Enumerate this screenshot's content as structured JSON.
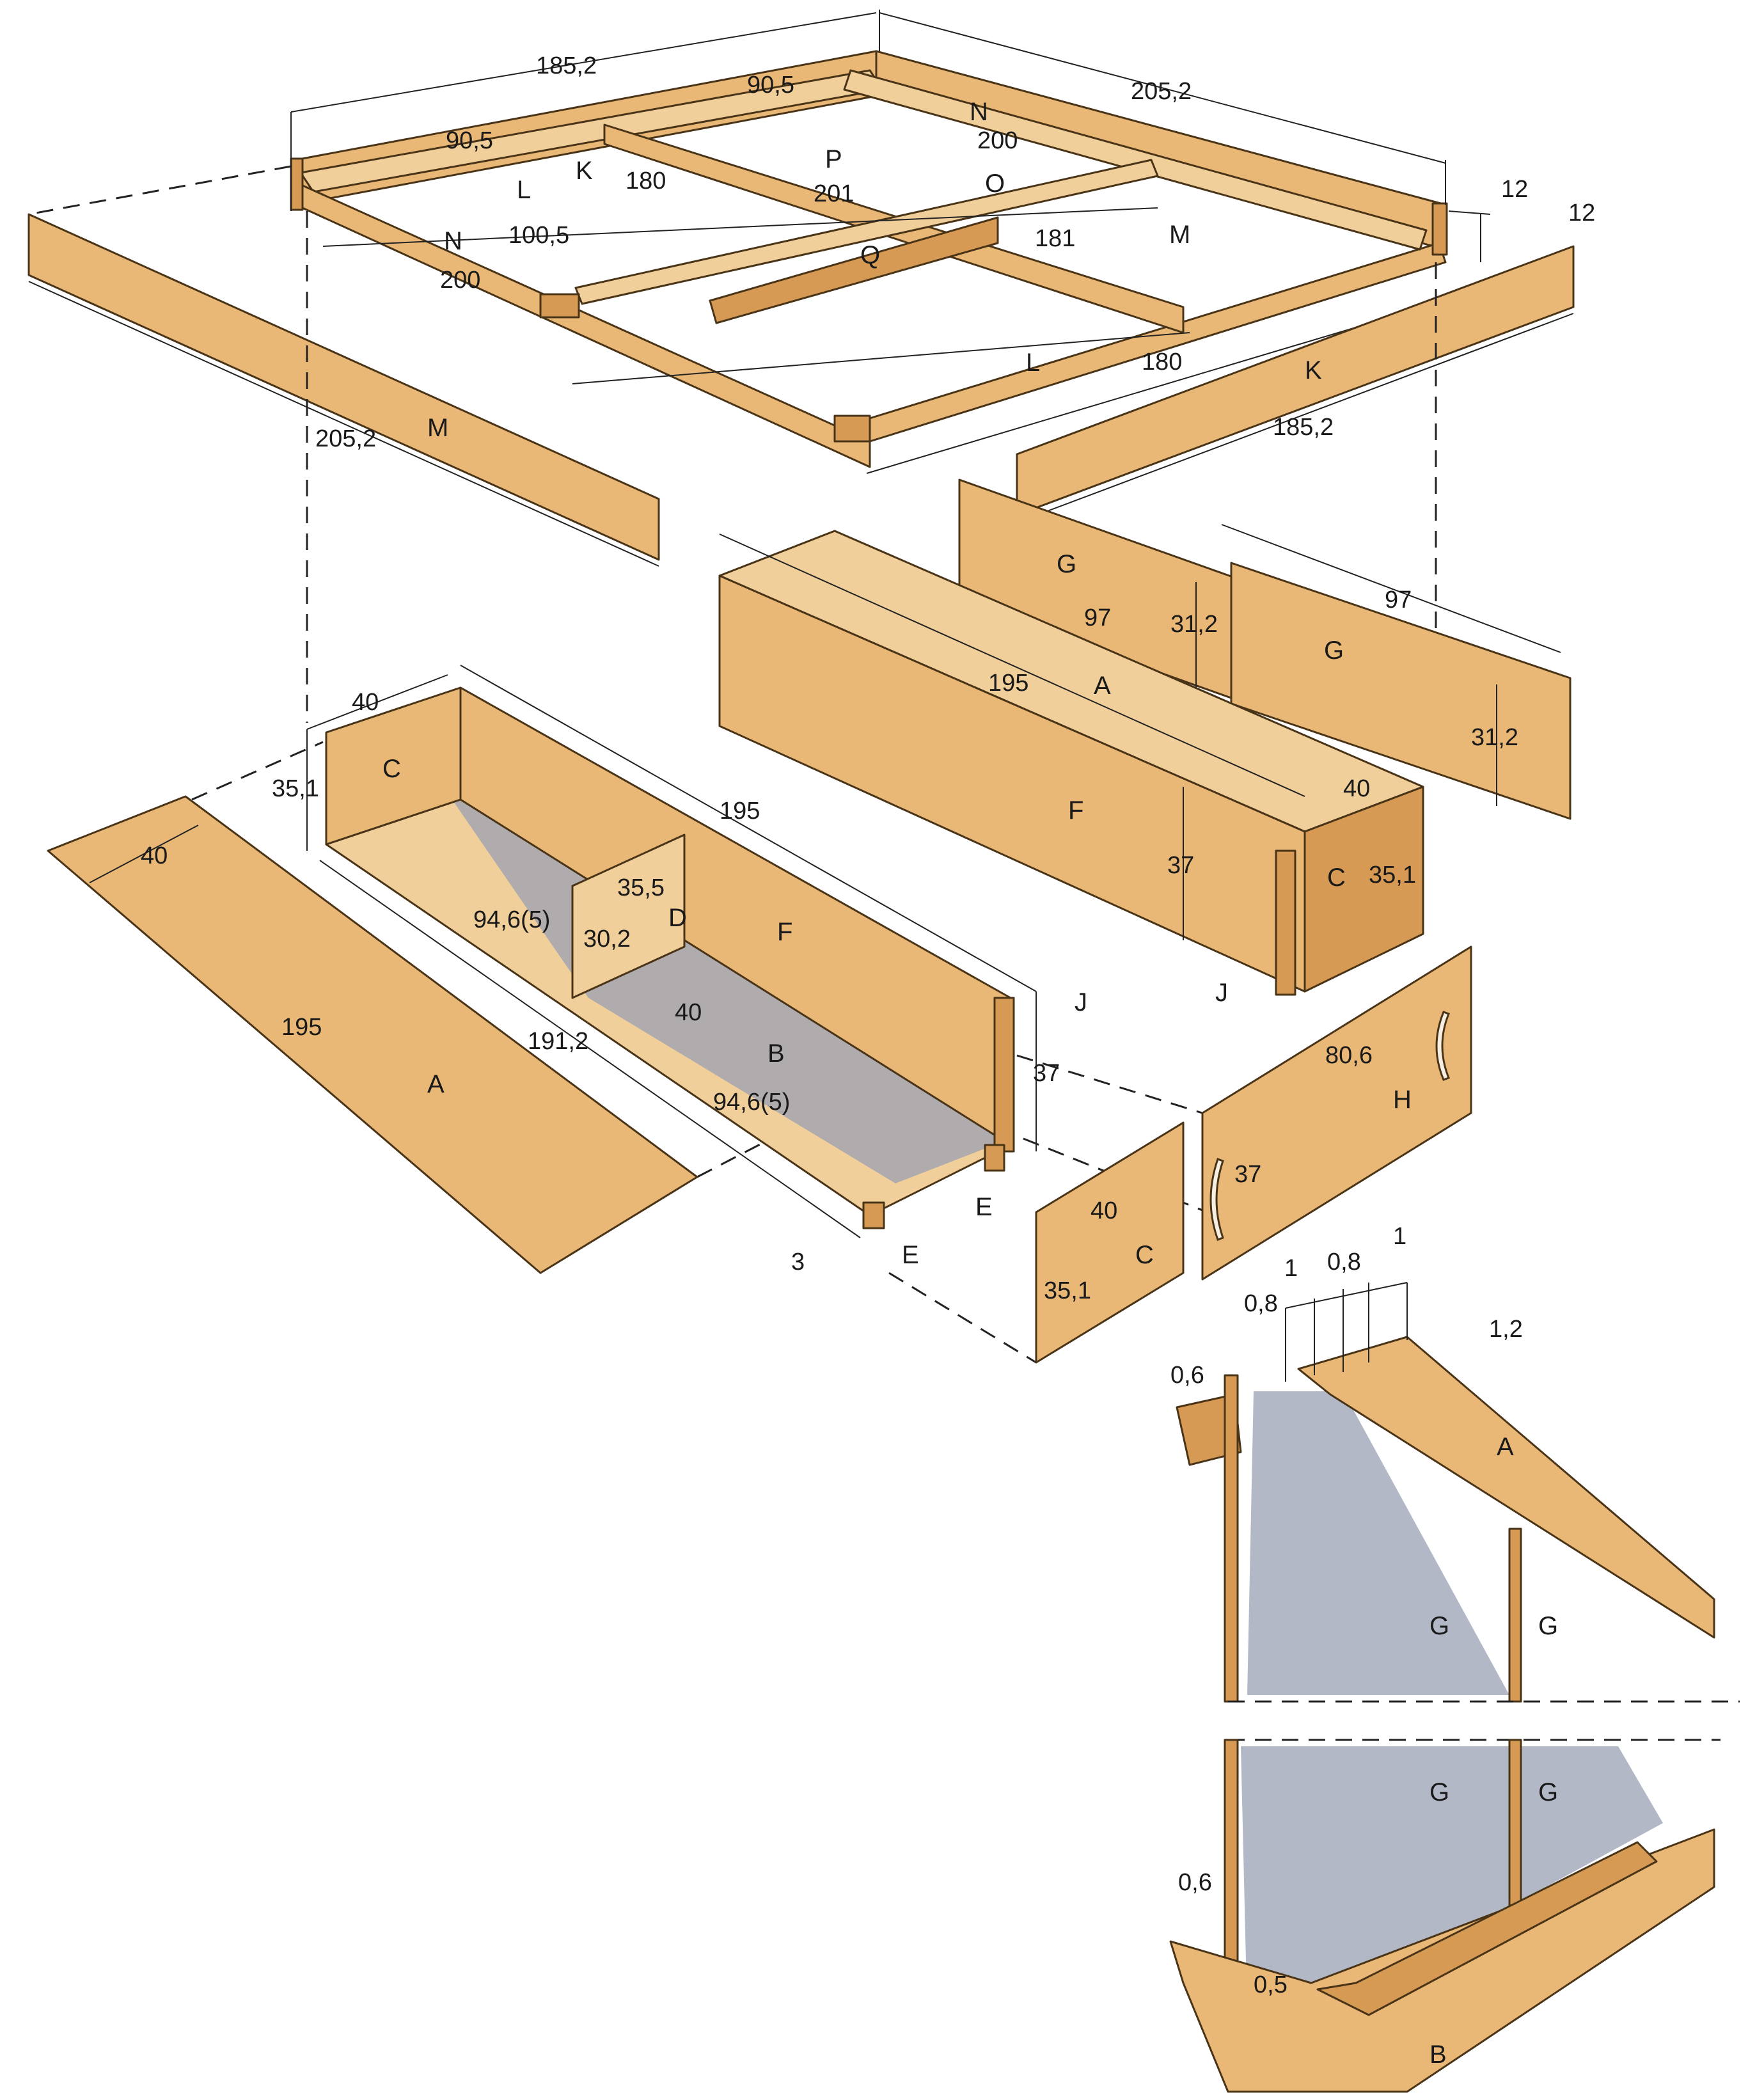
{
  "frame": {
    "dim_width_total": "185,2",
    "dim_length_total": "205,2",
    "dim_half_left": "90,5",
    "dim_half_right": "90,5",
    "dim_k_inner": "180",
    "dim_p": "201",
    "dim_n_top": "200",
    "dim_n_left": "200",
    "dim_cross": "100,5",
    "dim_181": "181",
    "dim_l_bottom": "180",
    "dim_12a": "12",
    "dim_12b": "12",
    "lbl_k_top": "K",
    "lbl_l_top": "L",
    "lbl_n_top": "N",
    "lbl_n_left": "N",
    "lbl_p": "P",
    "lbl_o": "O",
    "lbl_q": "Q",
    "lbl_m_right": "M",
    "lbl_l_bottom": "L"
  },
  "rails": {
    "m_label": "M",
    "m_dim": "205,2",
    "k_label": "K",
    "k_dim": "185,2"
  },
  "panels_g": {
    "g1_label": "G",
    "g1_w": "97",
    "g1_h": "31,2",
    "g2_label": "G",
    "g2_w": "97",
    "g2_h": "31,2"
  },
  "box_right": {
    "a_label": "A",
    "a_len": "195",
    "a_depth": "40",
    "f_label": "F",
    "f_h": "37",
    "c_label": "C",
    "c_h": "35,1",
    "j_label": "J"
  },
  "box_left": {
    "c_label": "C",
    "c_w": "40",
    "c_h": "35,1",
    "f_len": "195",
    "f_label": "F",
    "d_label": "D",
    "d_w": "35,5",
    "d_h": "30,2",
    "b_label": "B",
    "b_depth": "40",
    "b_half_a": "94,6(5)",
    "b_half_b": "94,6(5)",
    "b_len": "191,2",
    "h_37": "37",
    "j_label": "J",
    "e_label_a": "E",
    "e_label_b": "E",
    "dim_3": "3"
  },
  "top_a": {
    "label": "A",
    "w": "40",
    "len": "195"
  },
  "end_c": {
    "label": "C",
    "w": "40",
    "h": "35,1"
  },
  "door_h": {
    "label": "H",
    "w": "80,6",
    "h": "37"
  },
  "detail": {
    "d_08a": "0,8",
    "d_1a": "1",
    "d_08b": "0,8",
    "d_1b": "1",
    "d_12": "1,2",
    "d_06_top": "0,6",
    "lbl_a": "A",
    "lbl_g1": "G",
    "lbl_g2": "G",
    "lbl_g3": "G",
    "lbl_g4": "G",
    "d_06_bottom": "0,6",
    "d_05": "0,5",
    "lbl_b": "B"
  }
}
